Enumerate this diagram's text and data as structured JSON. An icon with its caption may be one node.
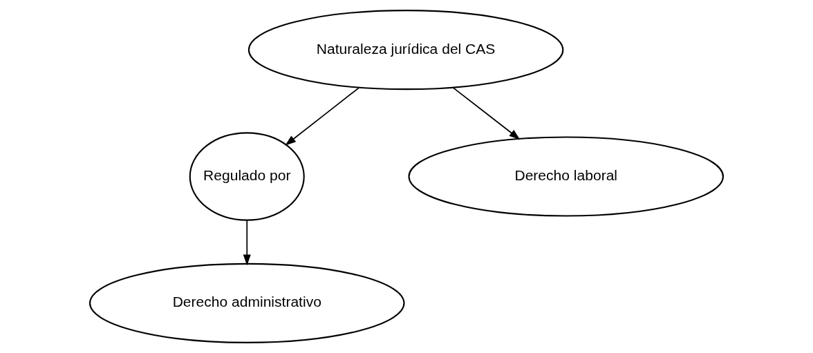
{
  "diagram": {
    "nodes": [
      {
        "text": [
          "Naturaleza jurídica del CAS"
        ]
      },
      {
        "text": [
          "Regulado por"
        ]
      },
      {
        "text": [
          "Derecho laboral"
        ]
      },
      {
        "text": [
          "Derecho administrativo"
        ]
      }
    ],
    "edges": [
      {
        "from": 0,
        "to": 1,
        "arrow": "to"
      },
      {
        "from": 0,
        "to": 2,
        "arrow": "to"
      },
      {
        "from": 1,
        "to": 3,
        "arrow": "to"
      }
    ]
  }
}
